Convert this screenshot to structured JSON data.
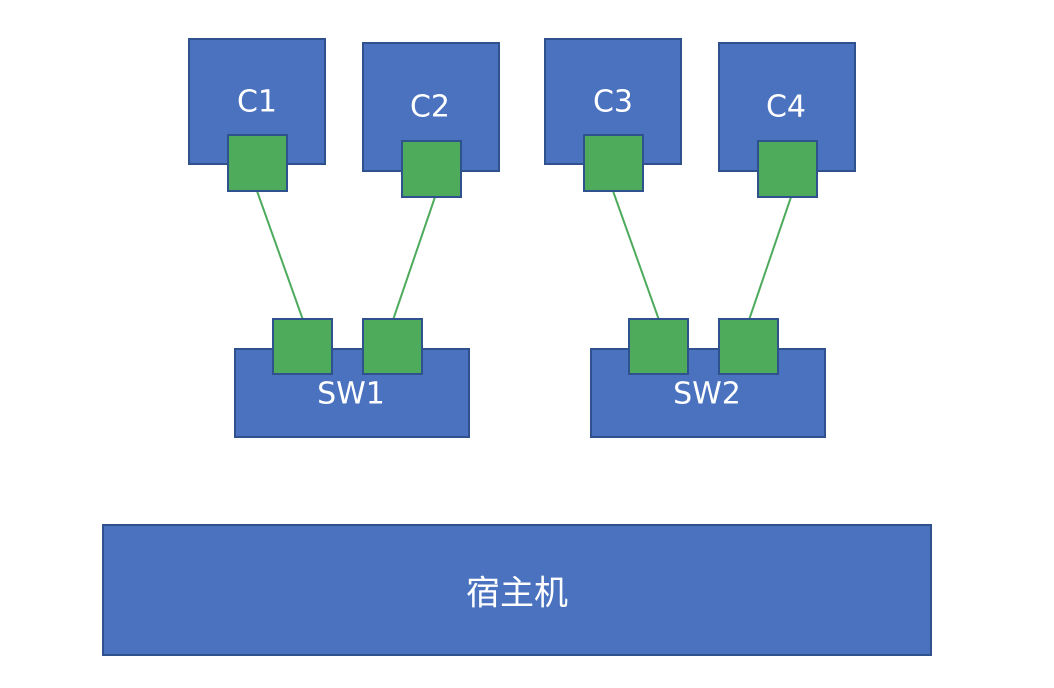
{
  "containers": [
    {
      "id": "c1",
      "label": "C1"
    },
    {
      "id": "c2",
      "label": "C2"
    },
    {
      "id": "c3",
      "label": "C3"
    },
    {
      "id": "c4",
      "label": "C4"
    }
  ],
  "switches": [
    {
      "id": "sw1",
      "label": "SW1"
    },
    {
      "id": "sw2",
      "label": "SW2"
    }
  ],
  "host": {
    "label": "宿主机"
  },
  "colors": {
    "node_fill": "#4a72bf",
    "node_border": "#2f528f",
    "port_fill": "#4eab5c",
    "link": "#4eab5c",
    "text": "#ffffff"
  }
}
